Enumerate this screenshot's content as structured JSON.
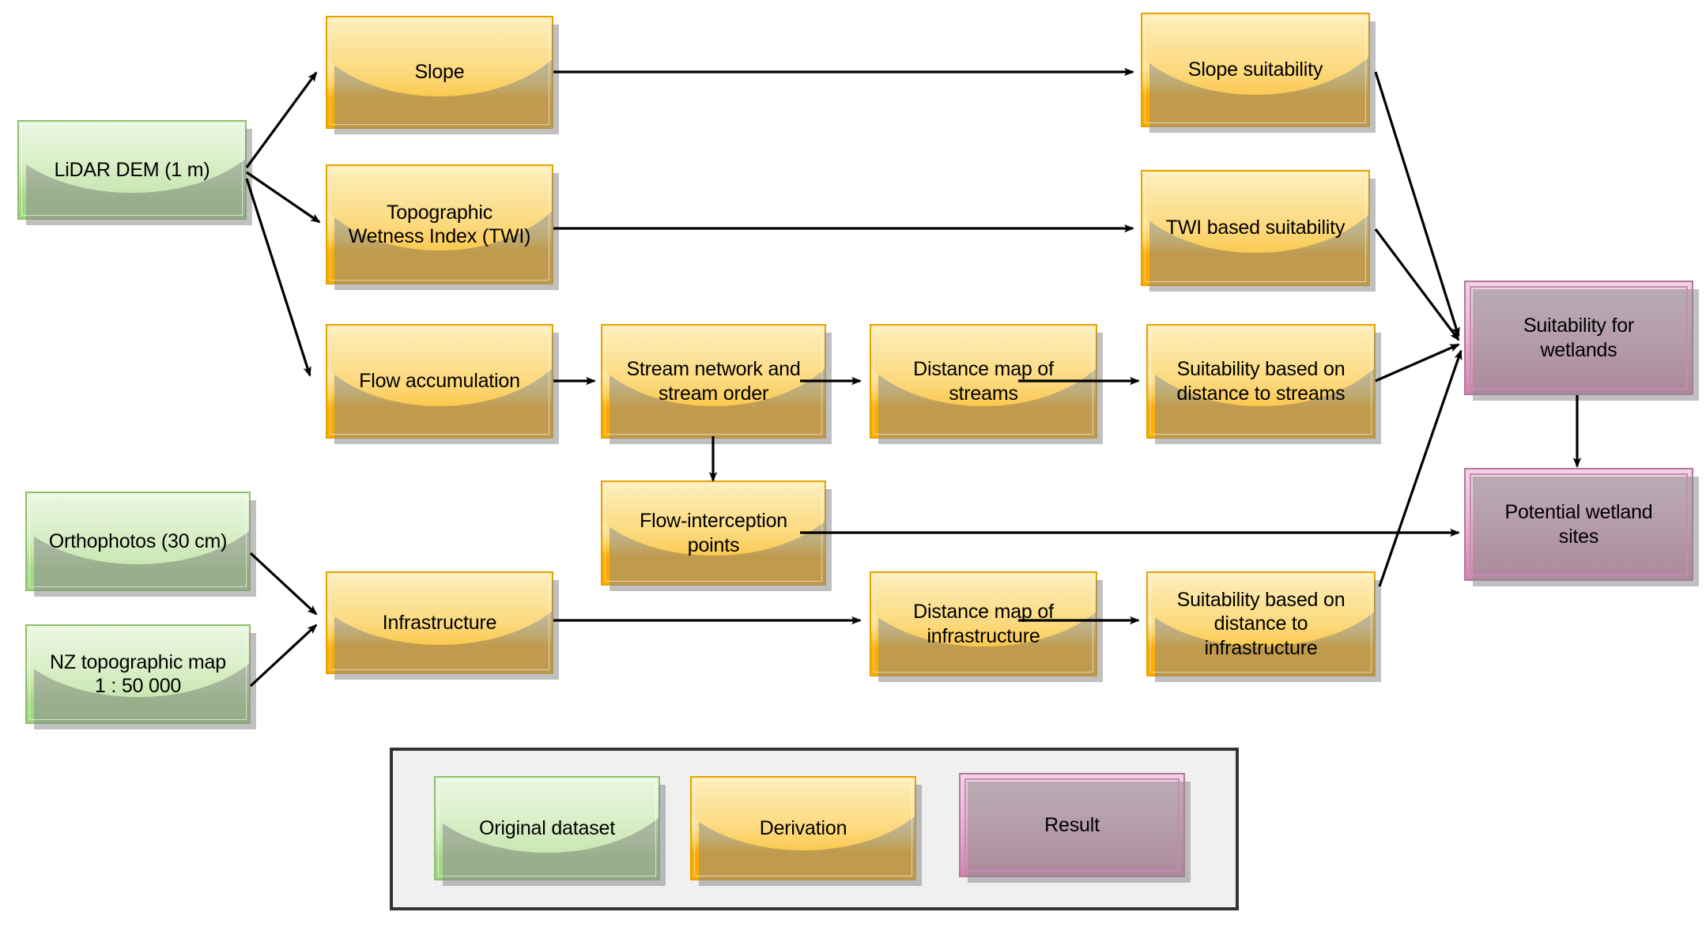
{
  "diagram": {
    "title": "Wetland suitability GIS workflow",
    "colors": {
      "original_dataset": "#a2d584",
      "derivation": "#ffab00",
      "result": "#d386ae",
      "edge": "#000000",
      "legend_background": "#f0f0f0",
      "legend_border": "#333333"
    }
  },
  "nodes": {
    "lidar_dem": {
      "label": "LiDAR DEM (1 m)",
      "type": "original-dataset"
    },
    "orthophotos": {
      "label": "Orthophotos (30 cm)",
      "type": "original-dataset"
    },
    "nz_topo_map": {
      "label": "NZ topographic map\n1 : 50 000",
      "type": "original-dataset"
    },
    "slope": {
      "label": "Slope",
      "type": "derivation"
    },
    "twi": {
      "label": "Topographic\nWetness Index (TWI)",
      "type": "derivation"
    },
    "flow_accumulation": {
      "label": "Flow accumulation",
      "type": "derivation"
    },
    "stream_network": {
      "label": "Stream network and\nstream order",
      "type": "derivation"
    },
    "distance_streams": {
      "label": "Distance map of\nstreams",
      "type": "derivation"
    },
    "suitability_streams": {
      "label": "Suitability based on\ndistance to streams",
      "type": "derivation"
    },
    "flow_interception": {
      "label": "Flow-interception\npoints",
      "type": "derivation"
    },
    "infrastructure": {
      "label": "Infrastructure",
      "type": "derivation"
    },
    "distance_infrastructure": {
      "label": "Distance map of\ninfrastructure",
      "type": "derivation"
    },
    "suitability_infrastructure": {
      "label": "Suitability based on\ndistance to\ninfrastructure",
      "type": "derivation"
    },
    "slope_suitability": {
      "label": "Slope suitability",
      "type": "derivation"
    },
    "twi_suitability": {
      "label": "TWI based suitability",
      "type": "derivation"
    },
    "suitability_wetlands": {
      "label": "Suitability for\nwetlands",
      "type": "result"
    },
    "potential_wetland_sites": {
      "label": "Potential wetland\nsites",
      "type": "result"
    }
  },
  "edges": [
    {
      "from": "lidar_dem",
      "to": "slope"
    },
    {
      "from": "lidar_dem",
      "to": "twi"
    },
    {
      "from": "lidar_dem",
      "to": "flow_accumulation"
    },
    {
      "from": "slope",
      "to": "slope_suitability"
    },
    {
      "from": "twi",
      "to": "twi_suitability"
    },
    {
      "from": "flow_accumulation",
      "to": "stream_network"
    },
    {
      "from": "stream_network",
      "to": "distance_streams"
    },
    {
      "from": "stream_network",
      "to": "flow_interception"
    },
    {
      "from": "distance_streams",
      "to": "suitability_streams"
    },
    {
      "from": "orthophotos",
      "to": "infrastructure"
    },
    {
      "from": "nz_topo_map",
      "to": "infrastructure"
    },
    {
      "from": "infrastructure",
      "to": "distance_infrastructure"
    },
    {
      "from": "distance_infrastructure",
      "to": "suitability_infrastructure"
    },
    {
      "from": "slope_suitability",
      "to": "suitability_wetlands"
    },
    {
      "from": "twi_suitability",
      "to": "suitability_wetlands"
    },
    {
      "from": "suitability_streams",
      "to": "suitability_wetlands"
    },
    {
      "from": "suitability_infrastructure",
      "to": "suitability_wetlands"
    },
    {
      "from": "flow_interception",
      "to": "potential_wetland_sites"
    },
    {
      "from": "suitability_wetlands",
      "to": "potential_wetland_sites"
    }
  ],
  "legend": {
    "items": [
      {
        "key": "original_dataset",
        "label": "Original dataset"
      },
      {
        "key": "derivation",
        "label": "Derivation"
      },
      {
        "key": "result",
        "label": "Result"
      }
    ]
  }
}
